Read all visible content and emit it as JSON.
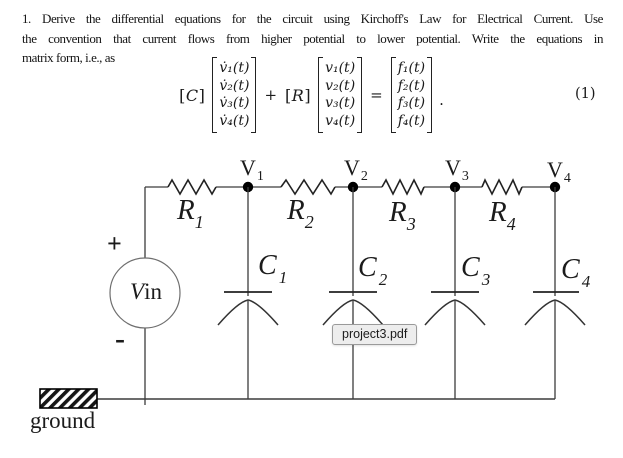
{
  "problem": {
    "lines": [
      "1. Derive the differential equations for the circuit using Kirchoff's Law for Electrical Current. Use",
      "the convention that current flows from higher potential to lower potential. Write the equations in",
      "matrix form, i.e., as"
    ]
  },
  "equation": {
    "coeff_c": {
      "left": "[",
      "letter": "C",
      "right": "]"
    },
    "coeff_r": {
      "left": "[",
      "letter": "R",
      "right": "]"
    },
    "operator_plus": "+",
    "operator_equals": "=",
    "vectors": {
      "vdot": [
        "v̇₁(t)",
        "v̇₂(t)",
        "v̇₃(t)",
        "v̇₄(t)"
      ],
      "v": [
        "v₁(t)",
        "v₂(t)",
        "v₃(t)",
        "v₄(t)"
      ],
      "f": [
        "f₁(t)",
        "f₂(t)",
        "f₃(t)",
        "f₄(t)"
      ]
    },
    "trailing_period": ".",
    "number": "(1)"
  },
  "circuit": {
    "nodes": [
      {
        "base": "V",
        "sub": "1"
      },
      {
        "base": "V",
        "sub": "2"
      },
      {
        "base": "V",
        "sub": "3"
      },
      {
        "base": "V",
        "sub": "4"
      }
    ],
    "resistors": [
      {
        "base": "R",
        "sub": "1"
      },
      {
        "base": "R",
        "sub": "2"
      },
      {
        "base": "R",
        "sub": "3"
      },
      {
        "base": "R",
        "sub": "4"
      }
    ],
    "capacitors": [
      {
        "base": "C",
        "sub": "1"
      },
      {
        "base": "C",
        "sub": "2"
      },
      {
        "base": "C",
        "sub": "3"
      },
      {
        "base": "C",
        "sub": "4"
      }
    ],
    "source": {
      "base": "V",
      "suffix": "in"
    },
    "plus_sign": "+",
    "minus_sign": "-",
    "ground_label": "ground",
    "colors": {
      "wire": "#3c3c3c",
      "component": "#222222",
      "source_circle": "#6f6f6f",
      "ink": "#1b1b1b"
    }
  },
  "tooltip": {
    "text": "project3.pdf",
    "background": "#ededed",
    "border": "#9a9a9a"
  }
}
